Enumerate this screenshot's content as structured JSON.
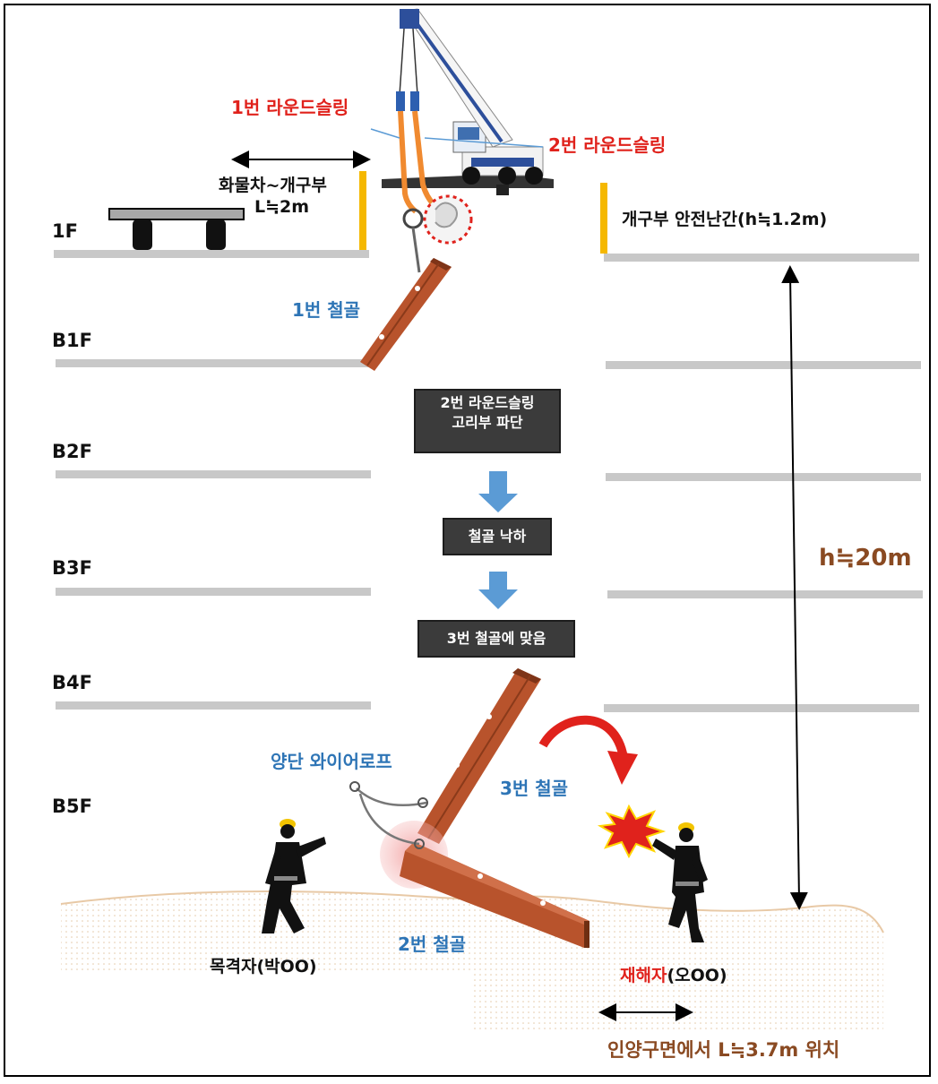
{
  "floors": [
    "1F",
    "B1F",
    "B2F",
    "B3F",
    "B4F",
    "B5F"
  ],
  "labels": {
    "sling1": "1번 라운드슬링",
    "sling2": "2번 라운드슬링",
    "truck_dist_line1": "화물차~개구부",
    "truck_dist_line2": "L≒2m",
    "guardrail": "개구부 안전난간(h≒1.2m)",
    "beam1": "1번 철골",
    "beam2": "2번 철골",
    "beam3": "3번 철골",
    "wire_rope": "양단 와이어로프",
    "height": "h≒20m",
    "witness": "목격자(박OO)",
    "victim_red": "재해자",
    "victim_rest": "(오OO)",
    "distance": "인양구면에서 L≒3.7m 위치"
  },
  "steps": [
    {
      "line1": "2번 라운드슬링",
      "line2": "고리부 파단"
    },
    {
      "line1": "철골 낙하",
      "line2": ""
    },
    {
      "line1": "3번 철골에 맞음",
      "line2": ""
    }
  ],
  "colors": {
    "slab": "#c8c8c8",
    "guardrail": "#f5b800",
    "steel": "#b8532c",
    "red_text": "#e0221c",
    "blue_text": "#2e75b6",
    "brown_text": "#8a4a22",
    "step_box": "#3b3b3b",
    "arrow_blue": "#5b9bd5"
  }
}
